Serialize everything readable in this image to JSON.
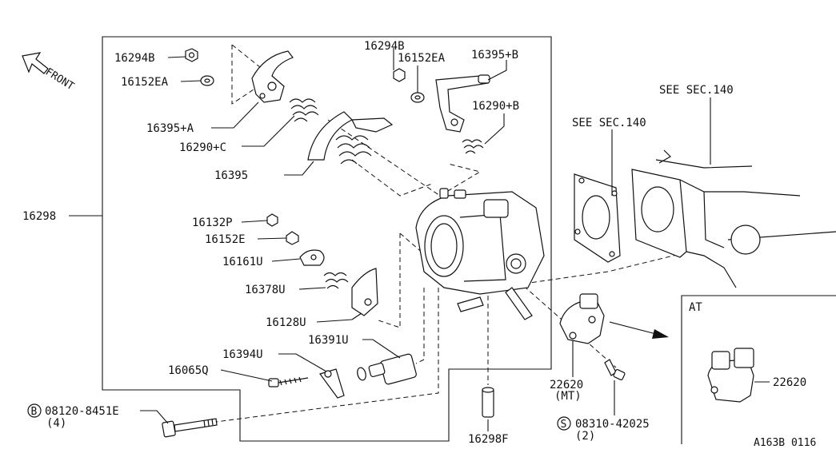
{
  "diagram_code": "A163B 0116",
  "front_label": "FRONT",
  "inset_title": "AT",
  "callouts": {
    "c16294B_left": "16294B",
    "c16152EA_left": "16152EA",
    "c16294B_top": "16294B",
    "c16152EA_top": "16152EA",
    "c16395plusB": "16395+B",
    "c16290plusB": "16290+B",
    "c16395plusA": "16395+A",
    "c16290plusC": "16290+C",
    "c16395": "16395",
    "c16298": "16298",
    "c16132P": "16132P",
    "c16152E": "16152E",
    "c16161U": "16161U",
    "c16378U": "16378U",
    "c16128U": "16128U",
    "c16391U": "16391U",
    "c16394U": "16394U",
    "c16065Q": "16065Q",
    "c08120": "08120-8451E",
    "c08120_qty": "(4)",
    "c08120_prefix": "B",
    "c22620_mt": "22620",
    "c22620_mt_sub": "(MT)",
    "c08310": "08310-42025",
    "c08310_qty": "(2)",
    "c08310_prefix": "S",
    "c16298F": "16298F",
    "c22620_at": "22620",
    "see_sec_1": "SEE SEC.140",
    "see_sec_2": "SEE SEC.140"
  }
}
